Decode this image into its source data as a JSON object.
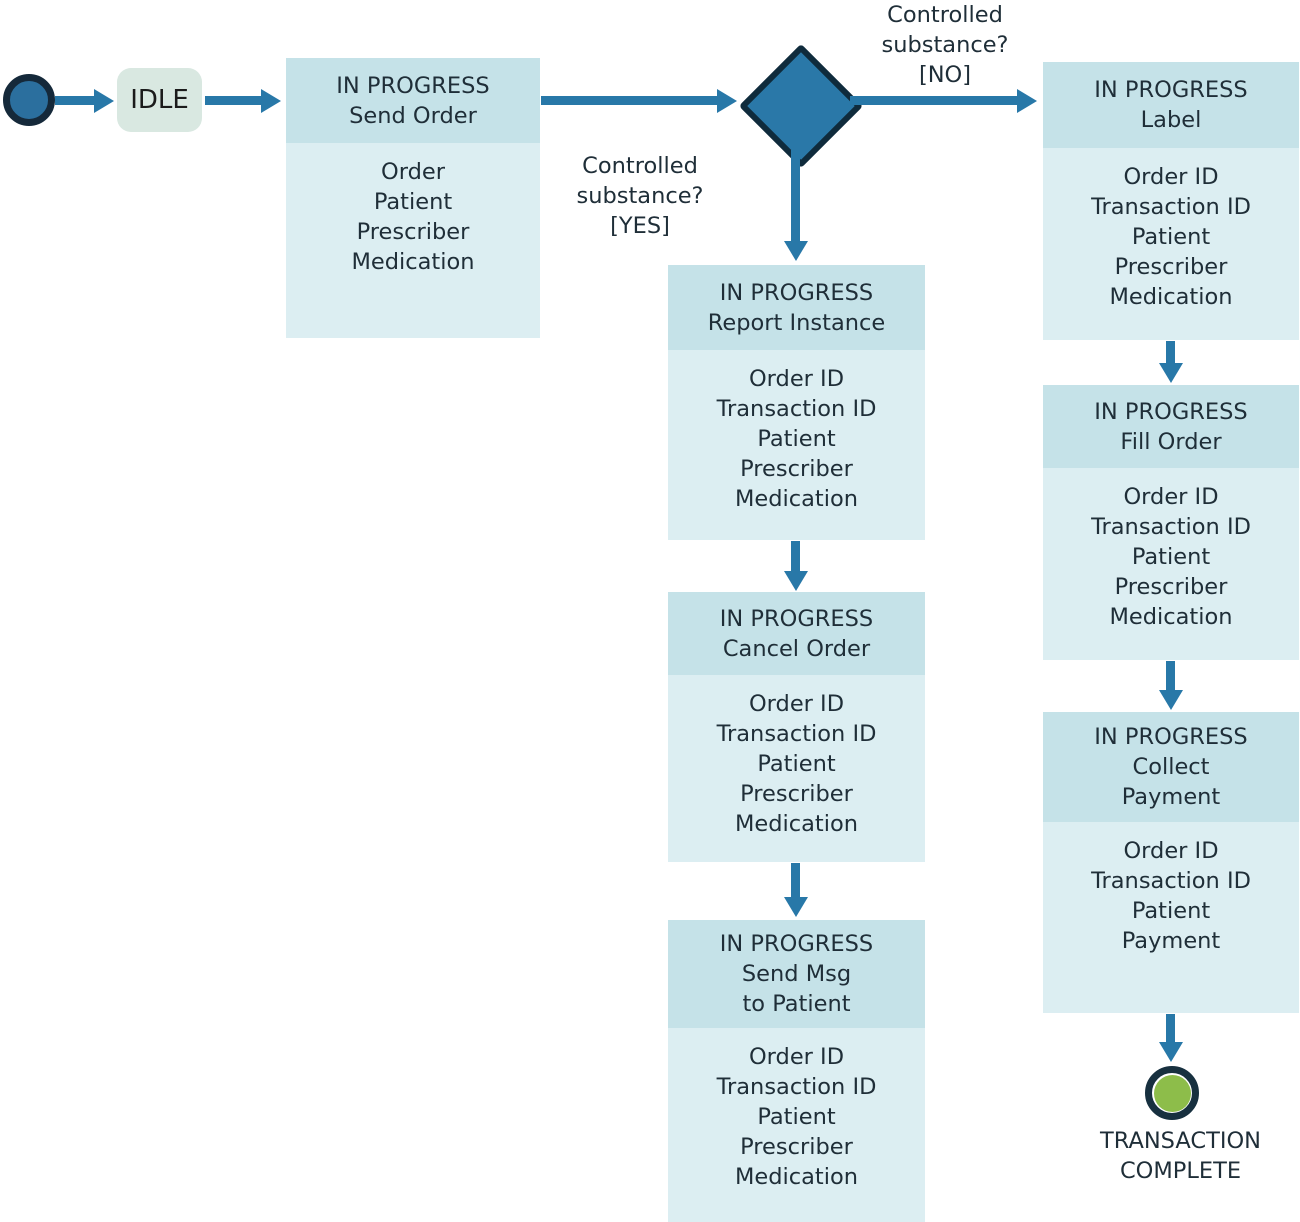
{
  "colors": {
    "arrow": "#2878a8",
    "node_header_bg": "#c5e2e8",
    "node_body_bg": "#dceef2",
    "idle_bg": "#d9e8e1",
    "diamond_fill": "#2a78a8",
    "diamond_border": "#0f2b3c",
    "start_fill": "#2b6f9e",
    "start_border": "#15293a",
    "end_green": "#8dbd4a",
    "end_ring": "#17303f",
    "text": "#1f2e38"
  },
  "idle": {
    "label": "IDLE"
  },
  "decision": {
    "no_label_lines": [
      "Controlled",
      "substance?",
      "[NO]"
    ],
    "yes_label_lines": [
      "Controlled",
      "substance?",
      "[YES]"
    ]
  },
  "nodes": {
    "send_order": {
      "title_lines": [
        "IN PROGRESS",
        "Send Order"
      ],
      "fields": [
        "Order",
        "Patient",
        "Prescriber",
        "Medication"
      ]
    },
    "label": {
      "title_lines": [
        "IN PROGRESS",
        "Label"
      ],
      "fields": [
        "Order ID",
        "Transaction ID",
        "Patient",
        "Prescriber",
        "Medication"
      ]
    },
    "report_instance": {
      "title_lines": [
        "IN PROGRESS",
        "Report Instance"
      ],
      "fields": [
        "Order ID",
        "Transaction ID",
        "Patient",
        "Prescriber",
        "Medication"
      ]
    },
    "cancel_order": {
      "title_lines": [
        "IN PROGRESS",
        "Cancel Order"
      ],
      "fields": [
        "Order ID",
        "Transaction ID",
        "Patient",
        "Prescriber",
        "Medication"
      ]
    },
    "send_msg_to_patient": {
      "title_lines": [
        "IN PROGRESS",
        "Send Msg",
        "to Patient"
      ],
      "fields": [
        "Order ID",
        "Transaction ID",
        "Patient",
        "Prescriber",
        "Medication"
      ]
    },
    "fill_order": {
      "title_lines": [
        "IN PROGRESS",
        "Fill Order"
      ],
      "fields": [
        "Order ID",
        "Transaction ID",
        "Patient",
        "Prescriber",
        "Medication"
      ]
    },
    "collect_payment": {
      "title_lines": [
        "IN PROGRESS",
        "Collect",
        "Payment"
      ],
      "fields": [
        "Order ID",
        "Transaction ID",
        "Patient",
        "Payment"
      ]
    }
  },
  "terminal": {
    "label_lines": [
      "TRANSACTION",
      "COMPLETE"
    ]
  }
}
